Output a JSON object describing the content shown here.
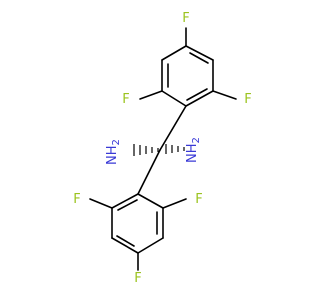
{
  "molecule": {
    "atoms": {
      "f_top": "F",
      "f_upper_left": "F",
      "f_upper_right": "F",
      "f_lower_left": "F",
      "f_lower_right": "F",
      "f_bottom": "F",
      "nh2_left": "NH",
      "nh2_left_sub": "2",
      "nh2_right": "NH",
      "nh2_right_sub": "2"
    },
    "colors": {
      "fluorine": "#9bc31e",
      "nitrogen": "#3a3ad6",
      "bond": "#000000"
    }
  }
}
